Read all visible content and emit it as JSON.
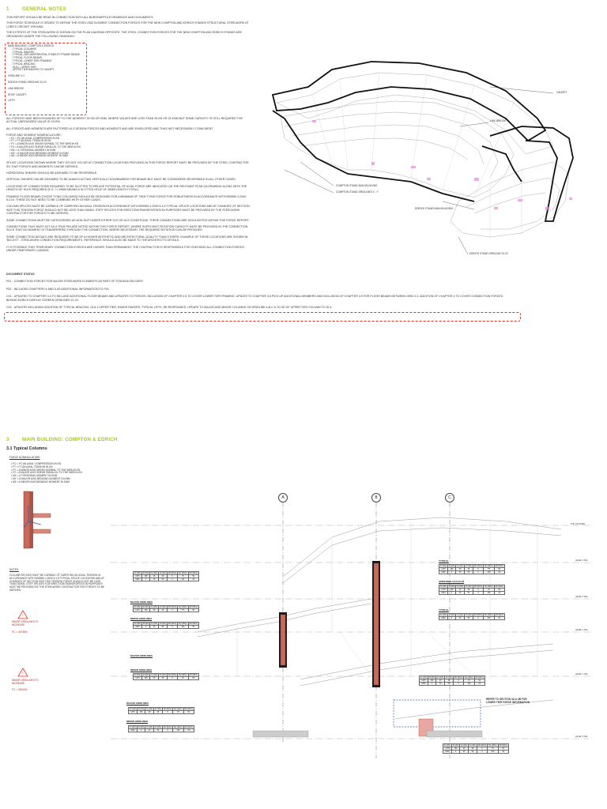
{
  "section1": {
    "number": "1",
    "title": "GENERAL NOTES",
    "intro": [
      "THIS REPORT SHOULD BE READ IN CONNECTION WITH ALL BUROHAPPOLD DRAWINGS AND DOCUMENTS.",
      "THIS FORCE SCHEDULE IS ISSUED TO DEFINE THE STEEL END ELEMENT CONNECTION FORCES FOR THE NEW COMPTON AND EDRICH STANDS STRUCTURAL STEELWORK AT LORD'S CRICKET GROUND.",
      "THE EXTENTS OF THE STEELWORK IS SHOWN ON THE PLAN DIAGRAM OPPOSITE. THE STEEL CONNECTION FORCES FOR THE NEW COMPTON AND EDRICH STANDS ARE ORGANISED UNDER THE FOLLOWING HEADINGS:"
    ],
    "headings_list": [
      "MAIN BUILDING: COMPTON & EDRICH",
      "- TYPICAL COLUMNS",
      "- TYPICAL RAKERS",
      "- TYPICAL CIRCUMFERENTIAL STABILITY FRAME BEAMS",
      "- TYPICAL FLOOR BEAMS",
      "- TYPICAL LOWER TIER FRAMING",
      "- TYPICAL BRACING",
      "- GL5-1, UPPER TIER",
      "- UPPER TIER RAKERS TO CANOPY",
      "GRIDLINE X-Y",
      "EDRICH STAND GRIDLINE 22-23",
      "LINK BRIDGE",
      "ROOF CANOPY",
      "LIFTS"
    ],
    "notes": [
      "ALL FORCES HAVE BEEN ROUNDED UP TO THE NEAREST 25 kN OR kNm, WHERE VALUES ARE LESS THAN 25 kN OR 25 kNm BUT SOME CAPACITY IS STILL REQUIRED THE ACTUAL UNROUNDED VALUE IS GIVEN.",
      "ALL FORCES AND MOMENTS ARE FACTORED ULS DESIGN FORCES AND MOMENTS AND ARE ENVELOPED AND THUS NOT NECESSARILY COINCIDENT.",
      "FORCE AND MOMENT NOMENCLATURE:",
      "• Fc = FC AN AXIAL COMPRESSION IN kN",
      "• Ft = Ft AN AXIAL TENSION IN kN",
      "• Fy = A MINOR AXIS SHEAR NORMAL TO THE WEB IN kN",
      "• Fz = A MAJOR AXIS SHEAR PARALLEL TO THE WEB IN kN",
      "• Mx = A TORSIONAL MOMENT IN kNm",
      "• My = A MAJOR AXIS BENDING MOMENT IN kNm",
      "• Mz = A MINOR AXIS BENDING MOMENT IN kNm",
      "SPLICE LOCATIONS SHOWN WHERE THEY DO NOT OCCUR AT CONNECTION LOCATIONS PROVIDED IN THIS FORCE REPORT MUST BE PROVIDED BY THE STEEL CONTRACTOR SO THAT FORCES AND MOMENTS CAN BE DERIVED.",
      "HORIZONTAL SHEARS SHOULD BE ASSUMED TO BE REVERSIBLE.",
      "VERTICAL SHEARS CAN BE ASSUMED TO BE ALWAYS ACTING VERTICALLY DOWNWARDS FOR BEAMS BUT MUST BE CONSIDERED REVERSIBLE IN ALL OTHER CASES.",
      "LOCATIONS OF CONNECTIONS REQUIRED TO BE SLOTTED TO RELAXE POTENTIAL OF AXIAL FORCE ARE INDICATED ON THE RELEVANT PLAN GA DRAWING ALONG WITH THE LENGTH OF HOLE REQUIRED (e.g. +/-15mm MEANS A SLOTTED HOLE OF 30mm LENGTH TOTAL).",
      "FRAMING FLOOR BEAMS (THOSE TYING COLUMNS) SHOULD BE DESIGNED FOR A MINIMUM OF 75kN TYING FORCE FOR ROBUSTNESS IN ACCORDANCE WITH BS5950-1:2000 5.4.10. THESE DO NOT NEED TO BE COMBINED WITH OTHER LOADS.",
      "COLUMN SPLICES MUST BE CAPABLE OF CARRYING AN AXIAL TENSION IN ACCORDANCE WITH BS5950-1:2000 6.1.8 TYPICAL SPLICE LOCATIONS AND AT CHANGES OF SECTION SIZE THIS TENSION FORCE SHOULD NOT BE LESS THAN 300kN. STIFF SPLICES FOR ERECTION/TRANSPORTATION PURPOSES MUST BE PROVIDED BY THE STEELWORK CONTRACTOR FOR FORCES TO BE DERIVED.",
      "SOME CONNECTIONS MUST BE CATEGORISED AS NON-SLIP UNDER EITHER SLS OR ULS CONDITIONS. THESE CONNECTIONS ARE HIGHLIGHTED WITHIN THIS FORCE REPORT.",
      "CONNECTIONS THAT MUST ACT AS A TRUE PIN ARE NOTED WITHIN THIS FORCE REPORT, WHERE SUFFICIENT ROTATION CAPACITY MUST BE PROVIDED IN THE CONNECTION SUCH THAT NO MOMENT IS TRANSFERRED THROUGH THE CONNECTION. WHERE NECESSARY THE REQUIRED ROTATION CAN BE PROVIDED.",
      "SOME CONNECTION DETAILS ARE REQUIRED TO BE OF A HIGHER AESTHETIC AND ARCHITECTURAL QUALITY THAN OTHERS. EXAMPLE OF THESE LOCATIONS ARE SHOWN IN 'BIG-EXT' - STEELWORK CONNECTION REQUIREMENTS. REFERENCE SHOULD ALSO BE MADE TO THE ARCHITECT'S DETAILS.",
      "IT IS POSSIBLE THAT TEMPORARY CONNECTION FORCES ARE HIGHER THAN PERMANENT. THE CONTRACTOR IS RESPONSIBLE FOR CHECKING ALL CONNECTION FORCES UNDER TEMPORARY LOADING."
    ],
    "status_heading": "DOCUMENT STATUS",
    "status": [
      "P01 - CONNECTION FORCES FOR MAJOR STEELWORK ELEMENTS AS PART OF STAGE4a DELIVERY",
      "P02 - INCLUDED CHAPTERS 4 AND 5 AS ADDITIONAL INFORMATION TO P01",
      "C01 - UPDATED TO CHAPTER 3.4 TO INCLUDE ADDITIONAL FLOOR BEAMS AND UPDATES TO FORCES. INCLUSION OF CHAPTER 3.5 TO COVER LOWER TIER FRAMING. UPDATE TO CHAPTER 3.6 PICK UP ADDITIONAL MEMBERS AND INCLUSION OF CHAPTER 3.9 FOR FLOOR BEAMS BETWEEN GRID 2-3. ADDITION OF CHAPTER 4 TO COVER CONNECTION FORCES BEHIND EDRICH DISPLAY SCREEN GRIDLINES 22-23.",
      "C02 - UPDATES INCLUDING ADDITION OF TYPICAL BRACING, GL5-1 UPPER TIER, RAKER RAKERS, TYPICAL LIFTS, RR RESPONSES, UPDATE TO MAJOR AND MINOR COLUMNS ON GRIDLINE A,B,C & TO 3D OF UPPER TIER COLUMN TO GL4."
    ]
  },
  "plan_labels": {
    "canopy": "CANOPY",
    "link_bridge": "LINK BRIDGE",
    "compton_main": "COMPTON STAND MAIN BUILDING",
    "compton_grid": "COMPTON STAND GRIDLINES X - Y",
    "edrich_main": "EDRICH STAND MAIN BUILDING",
    "edrich_grid": "EDRICH STAND GRIDLINE 22-23"
  },
  "section2": {
    "number": "3",
    "title": "MAIN BUILDING: COMPTON & EDRICH",
    "subhead": "3.1 Typical Columns",
    "nomenclature_heading": "FORCE NOMENCLATURE",
    "nomenclature": [
      "• Fc = Fc AN AXIAL COMPRESSION IN kN",
      "• Ft = Ft AN AXIAL TENSION IN kN",
      "• Fy = A MINOR AXIS SHEAR NORMAL TO THE WEB IN kN",
      "• Fz = A MAJOR AXIS SHEAR PARALLEL TO THE WEB IN kN",
      "• Mx = A TORSIONAL MOMENT IN kNm",
      "• My = A MAJOR AXIS BENDING MOMENT IN kNm",
      "• Mz = A MINOR AXIS BENDING MOMENT IN kNm"
    ],
    "notes_heading": "NOTES:",
    "notes_text": "COLUMN SPLICES MUST BE CAPABLE OF CARRYING AN AXIAL TENSION IN ACCORDANCE WITH BS5950-1:2000 6.1.8 TYPICAL SPLICE LOCATIONS AND AT CHANGES OF SECTION SIZE THIS TENSION FORCE SHOULD NOT BE LESS THAN 300kN. STIFF SPLICES FOR ERECTION/TRANSPORTATION PURPOSES MUST BE PROVIDED BY THE STEELWORK CONTRACTOR FOR FORCES TO BE DERIVED.",
    "warning1": "MINOR GRIDLINES Fc INCREASE",
    "warning1_val": "Fc = 4475kN",
    "warning2": "MINOR GRIDLINES Fc INCREASE",
    "warning2_val": "Fc = 3200kN",
    "grid_a": "A",
    "grid_b": "B",
    "grid_c": "C",
    "refer_text": "REFER TO SECTION 3a & 3b FOR LOWER TIER FORCE INFORMATION",
    "major_gridlines": "MAJOR GRIDLINES",
    "minor_gridlines": "MINOR GRIDLINES",
    "typical": "TYPICAL",
    "gridlines_label": "GRIDLINES 3,6,9,15,23",
    "levels": [
      "TOP OF STEEL",
      "LEVEL 4 SSL",
      "LEVEL 3 SSL",
      "LEVEL 2 SSL",
      "LEVEL 1 SSL",
      "LEVEL 0 SSL"
    ],
    "table_header": [
      "Fc (kN)",
      "Ft (kN)",
      "Fy (kN)",
      "Fz (kN)",
      "Mx (kNm)",
      "My (kNm)",
      "Mz (kNm)"
    ],
    "table_row_a": [
      "1475",
      "150",
      "25",
      "25",
      "0",
      "75",
      "50"
    ],
    "table_row_b": [
      "1800",
      "0",
      "25",
      "50",
      "0",
      "100",
      "25"
    ]
  },
  "colors": {
    "accent": "#a9c42f",
    "warning": "#e0302a",
    "steel": "#c8695a",
    "bracing": "#e48adf",
    "blue_dashed": "#2f5fa8"
  }
}
